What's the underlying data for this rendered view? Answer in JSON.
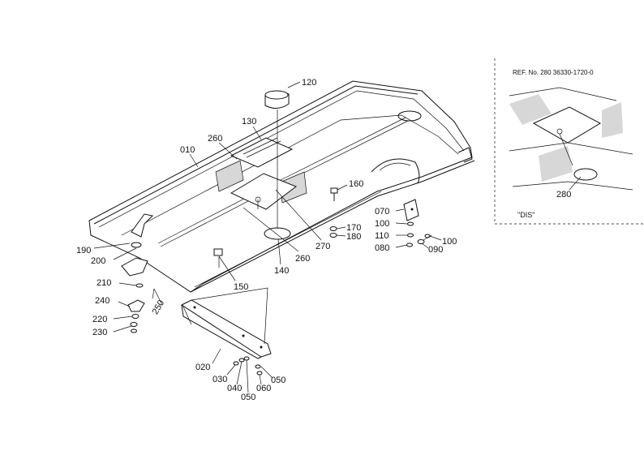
{
  "inset": {
    "ref_label": "REF. No. 280  36330-1720-0",
    "variant_label": "\"DIS\"",
    "part_280": "280"
  },
  "parts": [
    {
      "id": "p120",
      "label": "120"
    },
    {
      "id": "p130",
      "label": "130"
    },
    {
      "id": "p260a",
      "label": "260"
    },
    {
      "id": "p010",
      "label": "010"
    },
    {
      "id": "p160",
      "label": "160"
    },
    {
      "id": "p070",
      "label": "070"
    },
    {
      "id": "p100a",
      "label": "100"
    },
    {
      "id": "p110",
      "label": "110"
    },
    {
      "id": "p080",
      "label": "080"
    },
    {
      "id": "p100b",
      "label": "100"
    },
    {
      "id": "p090",
      "label": "090"
    },
    {
      "id": "p170",
      "label": "170"
    },
    {
      "id": "p180",
      "label": "180"
    },
    {
      "id": "p270",
      "label": "270"
    },
    {
      "id": "p260b",
      "label": "260"
    },
    {
      "id": "p140",
      "label": "140"
    },
    {
      "id": "p150",
      "label": "150"
    },
    {
      "id": "p190",
      "label": "190"
    },
    {
      "id": "p200",
      "label": "200"
    },
    {
      "id": "p210",
      "label": "210"
    },
    {
      "id": "p240",
      "label": "240"
    },
    {
      "id": "p250",
      "label": "250"
    },
    {
      "id": "p220",
      "label": "220"
    },
    {
      "id": "p230",
      "label": "230"
    },
    {
      "id": "p020",
      "label": "020"
    },
    {
      "id": "p030",
      "label": "030"
    },
    {
      "id": "p040",
      "label": "040"
    },
    {
      "id": "p050a",
      "label": "050"
    },
    {
      "id": "p060",
      "label": "060"
    },
    {
      "id": "p050b",
      "label": "050"
    }
  ]
}
